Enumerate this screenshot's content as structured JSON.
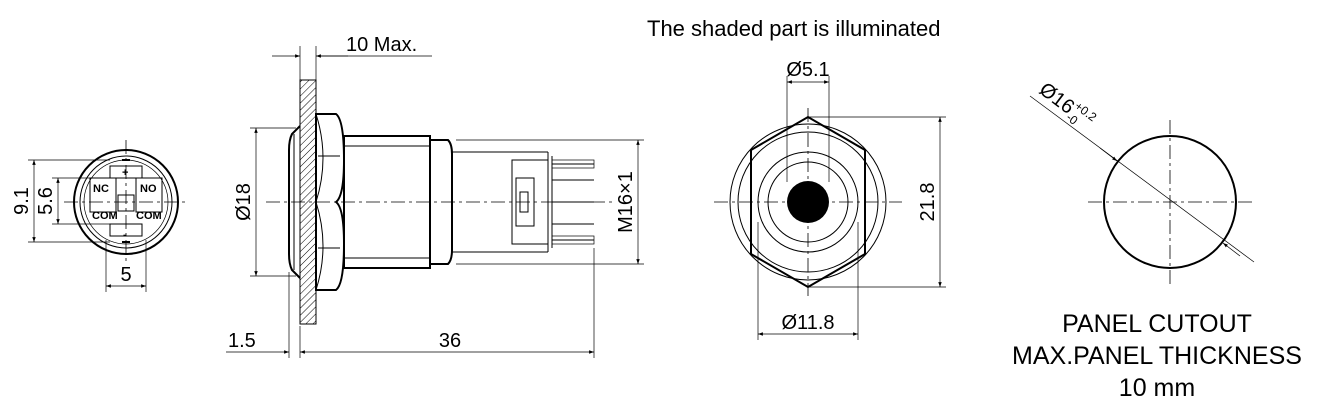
{
  "title": "The shaded part is illuminated",
  "back_view": {
    "dims": {
      "height_outer": "9.1",
      "height_inner": "5.6",
      "width_pins": "5"
    },
    "pin_labels": {
      "nc": "NC",
      "no": "NO",
      "com_left": "COM",
      "com_right": "COM",
      "plus": "+",
      "minus": "-"
    }
  },
  "side_view": {
    "dims": {
      "max_panel": "10 Max.",
      "bezel_dia": "Ø18",
      "thread": "M16×1",
      "bezel_thickness": "1.5",
      "length": "36"
    }
  },
  "front_view": {
    "dims": {
      "inner_dia": "Ø5.1",
      "hex_size": "21.8",
      "ring_dia": "Ø11.8"
    }
  },
  "cutout": {
    "dim_main": "Ø16",
    "tol_plus": "+0.2",
    "tol_minus": "-0",
    "caption_line1": "PANEL CUTOUT",
    "caption_line2": "MAX.PANEL THICKNESS",
    "caption_line3": "10 mm"
  },
  "colors": {
    "stroke": "#000000",
    "background": "#ffffff",
    "hatch": "#000000"
  }
}
